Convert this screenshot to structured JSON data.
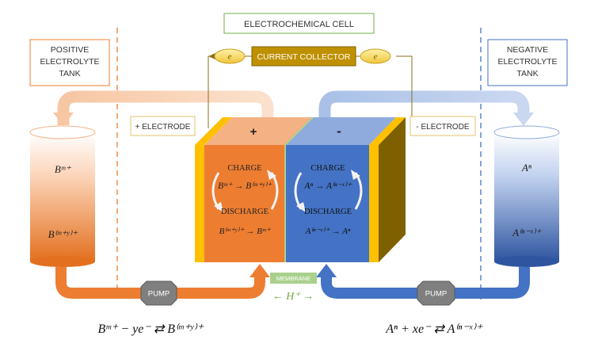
{
  "title": "ELECTROCHEMICAL CELL",
  "current_collector": "CURRENT COLLECTOR",
  "electron_symbol": "e",
  "positive_tank": {
    "line1": "POSITIVE",
    "line2": "ELECTROLYTE",
    "line3": "TANK"
  },
  "negative_tank": {
    "line1": "NEGATIVE",
    "line2": "ELECTROLYTE",
    "line3": "TANK"
  },
  "plus_electrode": "+ ELECTRODE",
  "minus_electrode": "- ELECTRODE",
  "plus_sign": "+",
  "minus_sign": "-",
  "left_cell": {
    "charge": "CHARGE",
    "discharge": "DISCHARGE",
    "charge_reaction": "Bᵐ⁺ → B⁽ᵐ⁺ʸ⁾⁺",
    "discharge_reaction": "B⁽ᵐ⁺ʸ⁾⁺ → Bᵐ⁺"
  },
  "right_cell": {
    "charge": "CHARGE",
    "discharge": "DISCHARGE",
    "charge_reaction": "Aⁿ → A⁽ⁿ⁻ˣ⁾⁺",
    "discharge_reaction": "A⁽ⁿ⁻ˣ⁾⁺ → Aⁿ"
  },
  "left_tank_species": {
    "top": "Bᵐ⁺",
    "bottom": "B⁽ᵐ⁺ʸ⁾⁺"
  },
  "right_tank_species": {
    "top": "Aⁿ",
    "bottom": "A⁽ⁿ⁻ˣ⁾⁺"
  },
  "membrane": "MEMBRANE",
  "proton_transfer": "← H⁺ →",
  "pump_left": "PUMP",
  "pump_right": "PUMP",
  "left_equation": "Bᵐ⁺ − ye⁻ ⇄ B⁽ᵐ⁺ʸ⁾⁺",
  "right_equation": "Aⁿ + xe⁻ ⇄ A⁽ⁿ⁻ˣ⁾⁺",
  "colors": {
    "orange": "#ed7d31",
    "blue": "#4472c4",
    "gold": "#c09000",
    "olive": "#7f6000",
    "membrane_green": "#a9d18e"
  }
}
